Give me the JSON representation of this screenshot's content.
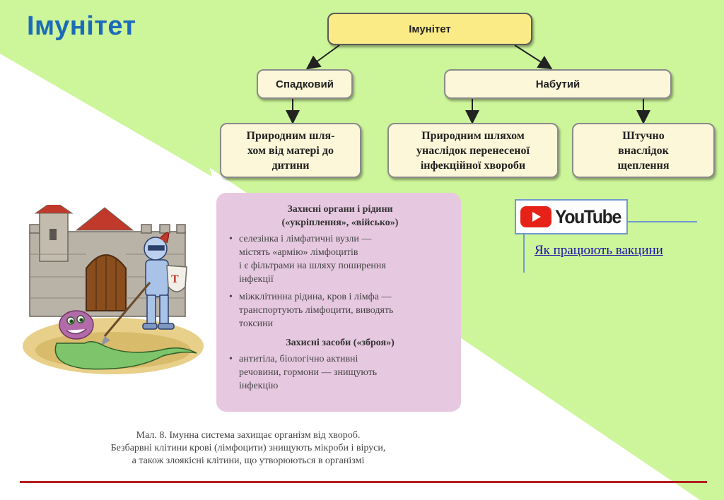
{
  "slide": {
    "title": "Імунітет"
  },
  "diagram": {
    "root": "Імунітет",
    "hereditary": "Спадковий",
    "acquired": "Набутий",
    "leaf_maternal": [
      "Природним шля-",
      "хом від матері до",
      "дитини"
    ],
    "leaf_disease": [
      "Природним шляхом",
      "унаслідок перенесеної",
      "інфекційної хвороби"
    ],
    "leaf_vaccine": [
      "Штучно",
      "внаслідок",
      "щеплення"
    ]
  },
  "info_box": {
    "organs_title": [
      "Захисні органи і рідини",
      "(«укріплення», «військо»)"
    ],
    "organs_items": [
      [
        "селезінка і лімфатичні вузли —",
        "містять «армію» лімфоцитів",
        "і є фільтрами на шляху поширення",
        "інфекції"
      ],
      [
        "міжклітинна рідина, кров і лімфа —",
        "транспортують лімфоцити, виводять",
        "токсини"
      ]
    ],
    "means_title": "Захисні засоби («зброя»)",
    "means_items": [
      [
        "антитіла, біологічно активні",
        "речовини, гормони — знищують",
        "інфекцію"
      ]
    ]
  },
  "caption": [
    "Мал. 8. Імунна система захищає організм від хвороб.",
    "Безбарвні клітини крові (лімфоцити) знищують мікроби і віруси,",
    "а також злоякісні клітини, що утворюються в організмі"
  ],
  "video": {
    "logo_text": "YouTube",
    "link_text": "Як працюють вакцини"
  },
  "illustration": {
    "shield_text": "Т"
  },
  "colors": {
    "title": "#1c6bb8",
    "green_bg": "#cdf59a",
    "root_fill": "#fbeb86",
    "node_fill": "#fdf7d9",
    "info_fill": "#e6c8e0",
    "rule": "#b51f1f",
    "youtube_red": "#e62117"
  },
  "icons": {
    "play": "youtube-play-icon"
  }
}
